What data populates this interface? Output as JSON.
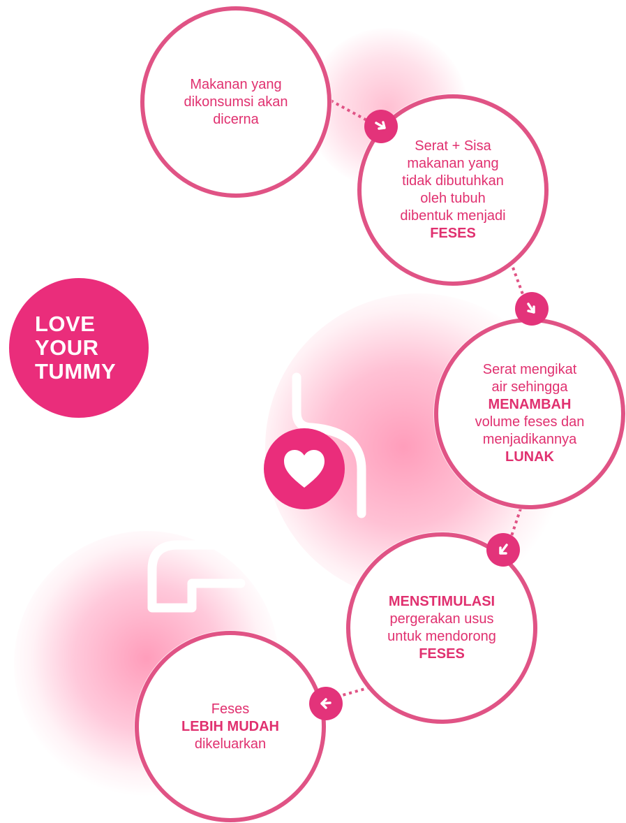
{
  "badge": {
    "lines": [
      "LOVE",
      "YOUR",
      "TUMMY"
    ]
  },
  "steps": [
    {
      "lines": [
        {
          "t": "Makanan yang"
        },
        {
          "t": "dikonsumsi akan"
        },
        {
          "t": "dicerna"
        }
      ]
    },
    {
      "lines": [
        {
          "t": "Serat + Sisa"
        },
        {
          "t": "makanan yang"
        },
        {
          "t": "tidak dibutuhkan"
        },
        {
          "t": "oleh tubuh"
        },
        {
          "t": "dibentuk menjadi"
        },
        {
          "t": "FESES",
          "bold": true
        }
      ]
    },
    {
      "lines": [
        {
          "t": "Serat mengikat"
        },
        {
          "t": "air sehingga"
        },
        {
          "t": "MENAMBAH",
          "bold": true
        },
        {
          "t": "volume feses dan"
        },
        {
          "t": "menjadikannya"
        },
        {
          "t": "LUNAK",
          "bold": true
        }
      ]
    },
    {
      "lines": [
        {
          "t": "MENSTIMULASI",
          "bold": true
        },
        {
          "t": "pergerakan usus"
        },
        {
          "t": "untuk mendorong"
        },
        {
          "t": "FESES",
          "bold": true
        }
      ]
    },
    {
      "lines": [
        {
          "t": "Feses"
        },
        {
          "t": "LEBIH MUDAH",
          "bold": true
        },
        {
          "t": "dikeluarkan"
        }
      ]
    }
  ],
  "arrows": [
    "arrow-right-down-icon",
    "arrow-down-right-icon",
    "arrow-down-left-icon",
    "arrow-left-icon"
  ],
  "center_icon": "heart-icon",
  "colors": {
    "accent": "#ea2d7b",
    "ring": "#e05385",
    "text": "#e0306f",
    "blob": "#ff9fbd"
  }
}
